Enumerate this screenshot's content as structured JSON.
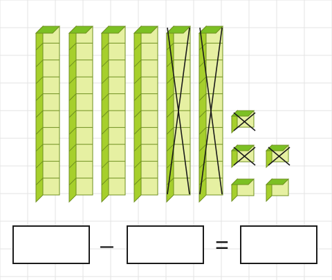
{
  "title": "",
  "model": {
    "tens_rods": {
      "total": 6,
      "crossed_out": 2,
      "units_per_rod": 10
    },
    "ones_cubes": {
      "total": 5,
      "crossed_out": 3
    }
  },
  "equation": {
    "left_value": "",
    "operator_minus": "–",
    "right_value": "",
    "operator_equals": "=",
    "result_value": ""
  },
  "colors": {
    "face_front": "#e6f0a2",
    "face_side": "#a6cf2c",
    "face_top": "#7cc024",
    "edge": "#6e8f1f",
    "cross": "#1a1a1a",
    "grid": "#e3e3e3",
    "box_border": "#1a1a1a"
  }
}
